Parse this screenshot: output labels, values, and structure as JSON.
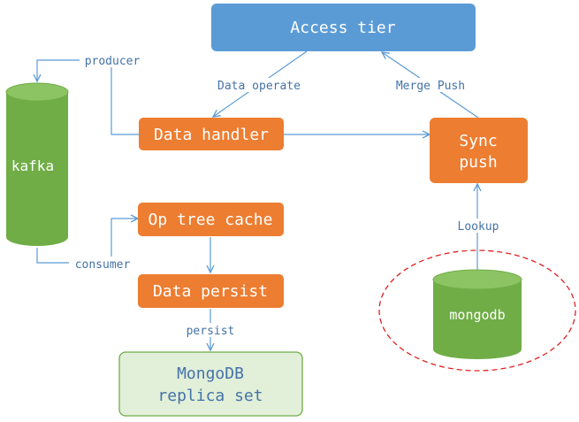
{
  "colors": {
    "blue_box": "#5b9bd5",
    "orange_box": "#ed7d31",
    "green_cyl": "#70ad47",
    "green_cyl_top": "#8cc463",
    "green_light_fill": "#e2efd9",
    "green_light_border": "#70ad47",
    "connector": "#5b9bd5",
    "label_text": "#4472a8",
    "highlight_ring": "#e02020",
    "white": "#ffffff",
    "dark_text": "#1a1a1a"
  },
  "nodes": {
    "access_tier": "Access tier",
    "data_handler": "Data handler",
    "sync_push_line1": "Sync",
    "sync_push_line2": "push",
    "op_tree_cache": "Op tree cache",
    "data_persist": "Data persist",
    "mongodb_replica_line1": "MongoDB",
    "mongodb_replica_line2": "replica set",
    "kafka": "kafka",
    "mongodb": "mongodb"
  },
  "edge_labels": {
    "producer": "producer",
    "consumer": "consumer",
    "data_operate": "Data operate",
    "merge_push": "Merge Push",
    "lookup": "Lookup",
    "persist": "persist"
  }
}
